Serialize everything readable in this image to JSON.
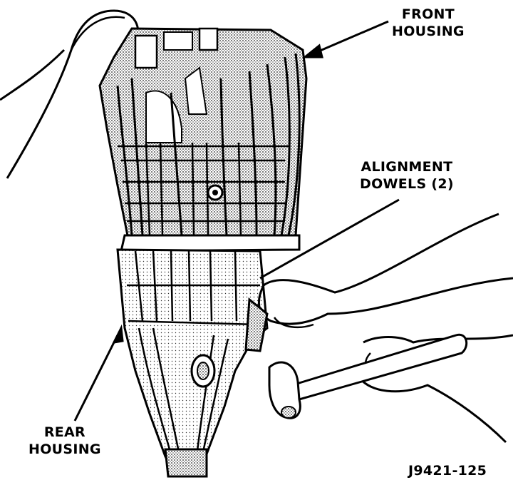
{
  "labels": {
    "front_housing": [
      "FRONT",
      "HOUSING"
    ],
    "alignment_dowels": [
      "ALIGNMENT",
      "DOWELS (2)"
    ],
    "rear_housing": [
      "REAR",
      "HOUSING"
    ],
    "figure_code": "J9421-125"
  },
  "colors": {
    "ink": "#000000",
    "paper": "#ffffff",
    "stipple": "#9a9a9a"
  }
}
